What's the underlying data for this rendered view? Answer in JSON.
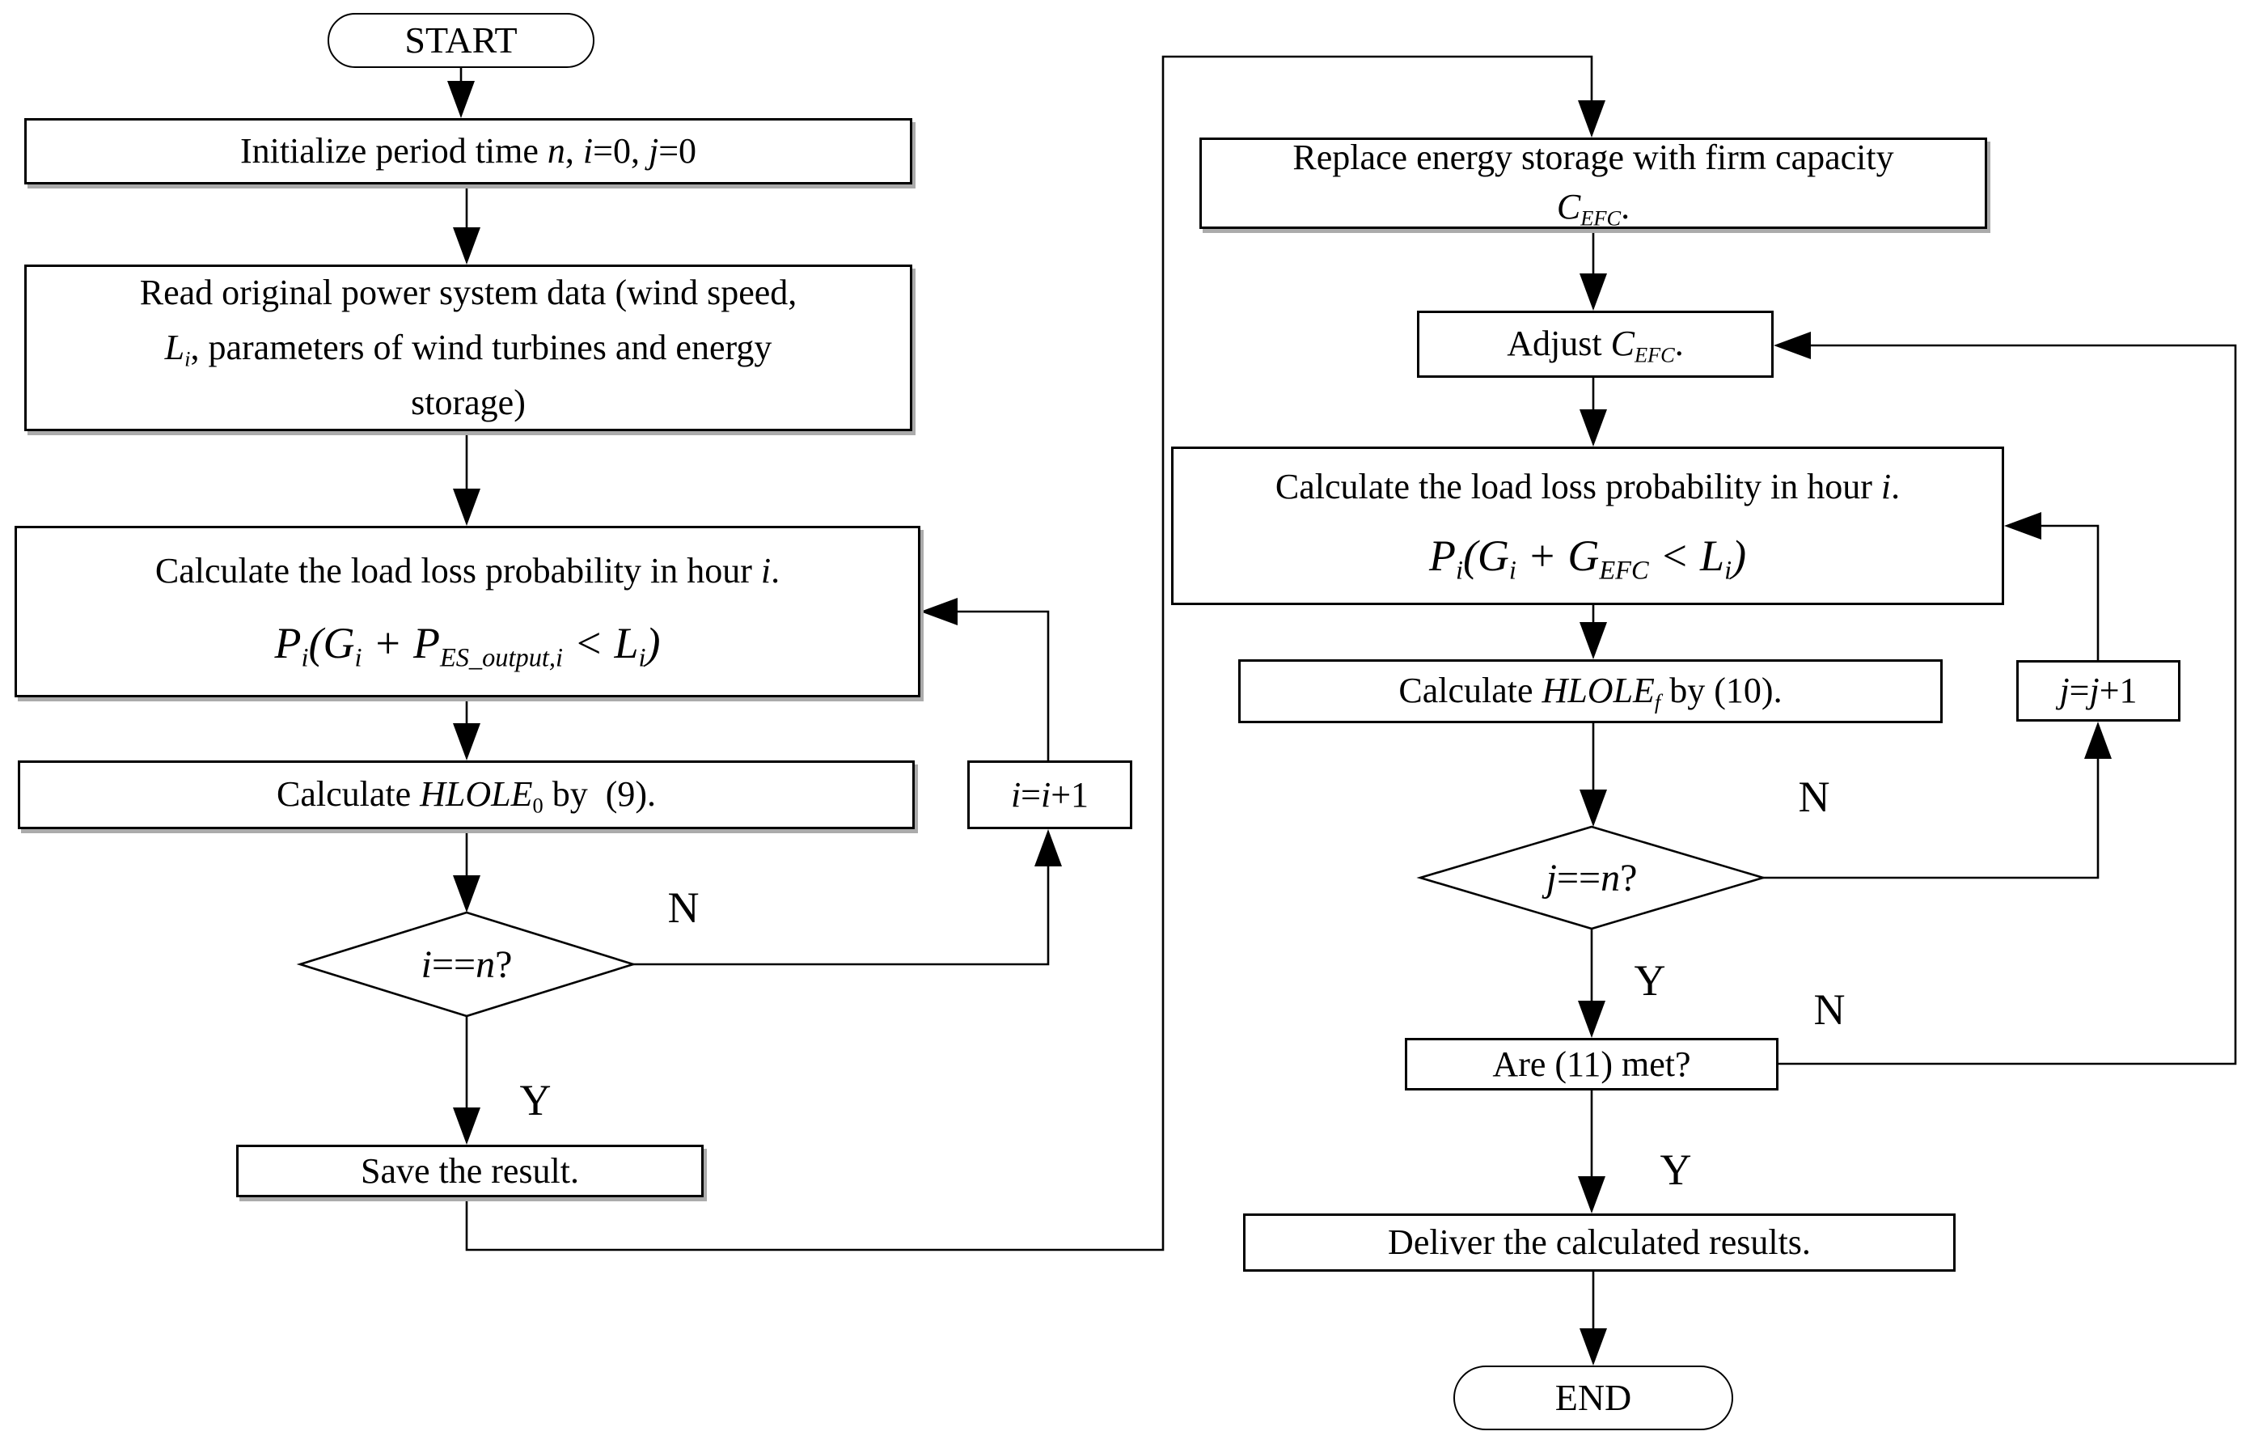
{
  "colors": {
    "background": "#ffffff",
    "line": "#000000",
    "text": "#000000",
    "box_shadow": "#ababab"
  },
  "nodes": {
    "start": {
      "label": "START"
    },
    "end": {
      "label": "END"
    },
    "init": {
      "rich": [
        [
          "",
          "Initialize period time "
        ],
        [
          "i",
          "n"
        ],
        [
          "",
          ", "
        ],
        [
          "i",
          "i"
        ],
        [
          "",
          "=0, "
        ],
        [
          "i",
          "j"
        ],
        [
          "",
          "=0"
        ]
      ]
    },
    "read": {
      "lines": [
        [
          [
            "",
            "Read original power system data (wind speed,"
          ]
        ],
        [
          [
            "i",
            "L"
          ],
          [
            "si",
            "i"
          ],
          [
            "",
            ", parameters of wind turbines and energy"
          ]
        ],
        [
          [
            "",
            "storage)"
          ]
        ]
      ]
    },
    "calc_left": {
      "title": [
        [
          "",
          "Calculate the load loss probability in hour "
        ],
        [
          "i",
          "i"
        ],
        [
          "",
          "."
        ]
      ],
      "formula": [
        [
          "i",
          "P"
        ],
        [
          "si",
          "i"
        ],
        [
          "",
          "("
        ],
        [
          "i",
          "G"
        ],
        [
          "si",
          "i"
        ],
        [
          "",
          " + "
        ],
        [
          "i",
          "P"
        ],
        [
          "si",
          "ES_output,i"
        ],
        [
          "",
          " < "
        ],
        [
          "i",
          "L"
        ],
        [
          "si",
          "i"
        ],
        [
          "",
          ")"
        ]
      ]
    },
    "hlole0": {
      "rich": [
        [
          "",
          "Calculate "
        ],
        [
          "i",
          "HLOLE"
        ],
        [
          "s",
          "0"
        ],
        [
          "",
          " by  (9)."
        ]
      ]
    },
    "inc_i": {
      "rich": [
        [
          "i",
          "i"
        ],
        [
          "",
          "="
        ],
        [
          "i",
          "i"
        ],
        [
          "",
          "+1"
        ]
      ]
    },
    "diamond_i": {
      "rich": [
        [
          "i",
          "i"
        ],
        [
          "",
          "=="
        ],
        [
          "i",
          "n"
        ],
        [
          "",
          "?"
        ]
      ]
    },
    "save": {
      "label": "Save the result."
    },
    "replace": {
      "lines": [
        [
          [
            "",
            "Replace energy storage with firm capacity"
          ]
        ],
        [
          [
            "i",
            "C"
          ],
          [
            "si",
            "EFC"
          ],
          [
            "",
            "."
          ]
        ]
      ]
    },
    "adjust": {
      "rich": [
        [
          "",
          "Adjust "
        ],
        [
          "i",
          "C"
        ],
        [
          "si",
          "EFC"
        ],
        [
          "",
          "."
        ]
      ]
    },
    "calc_right": {
      "title": [
        [
          "",
          "Calculate the load loss probability in hour "
        ],
        [
          "i",
          "i"
        ],
        [
          "",
          "."
        ]
      ],
      "formula": [
        [
          "i",
          "P"
        ],
        [
          "si",
          "i"
        ],
        [
          "",
          "("
        ],
        [
          "i",
          "G"
        ],
        [
          "si",
          "i"
        ],
        [
          "",
          " + "
        ],
        [
          "i",
          "G"
        ],
        [
          "si",
          "EFC"
        ],
        [
          "",
          " < "
        ],
        [
          "i",
          "L"
        ],
        [
          "si",
          "i"
        ],
        [
          "",
          ")"
        ]
      ]
    },
    "hlole_f": {
      "rich": [
        [
          "",
          "Calculate "
        ],
        [
          "i",
          "HLOLE"
        ],
        [
          "si",
          "f"
        ],
        [
          "",
          " by (10)."
        ]
      ]
    },
    "inc_j": {
      "rich": [
        [
          "i",
          "j"
        ],
        [
          "",
          "="
        ],
        [
          "i",
          "j"
        ],
        [
          "",
          "+1"
        ]
      ]
    },
    "diamond_j": {
      "rich": [
        [
          "i",
          "j"
        ],
        [
          "",
          "=="
        ],
        [
          "i",
          "n"
        ],
        [
          "",
          "?"
        ]
      ]
    },
    "are_met": {
      "label": "Are (11) met?"
    },
    "deliver": {
      "label": "Deliver the calculated results."
    }
  },
  "edge_labels": {
    "i_no": "N",
    "i_yes": "Y",
    "j_no": "N",
    "j_yes": "Y",
    "met_no": "N",
    "met_yes": "Y"
  }
}
